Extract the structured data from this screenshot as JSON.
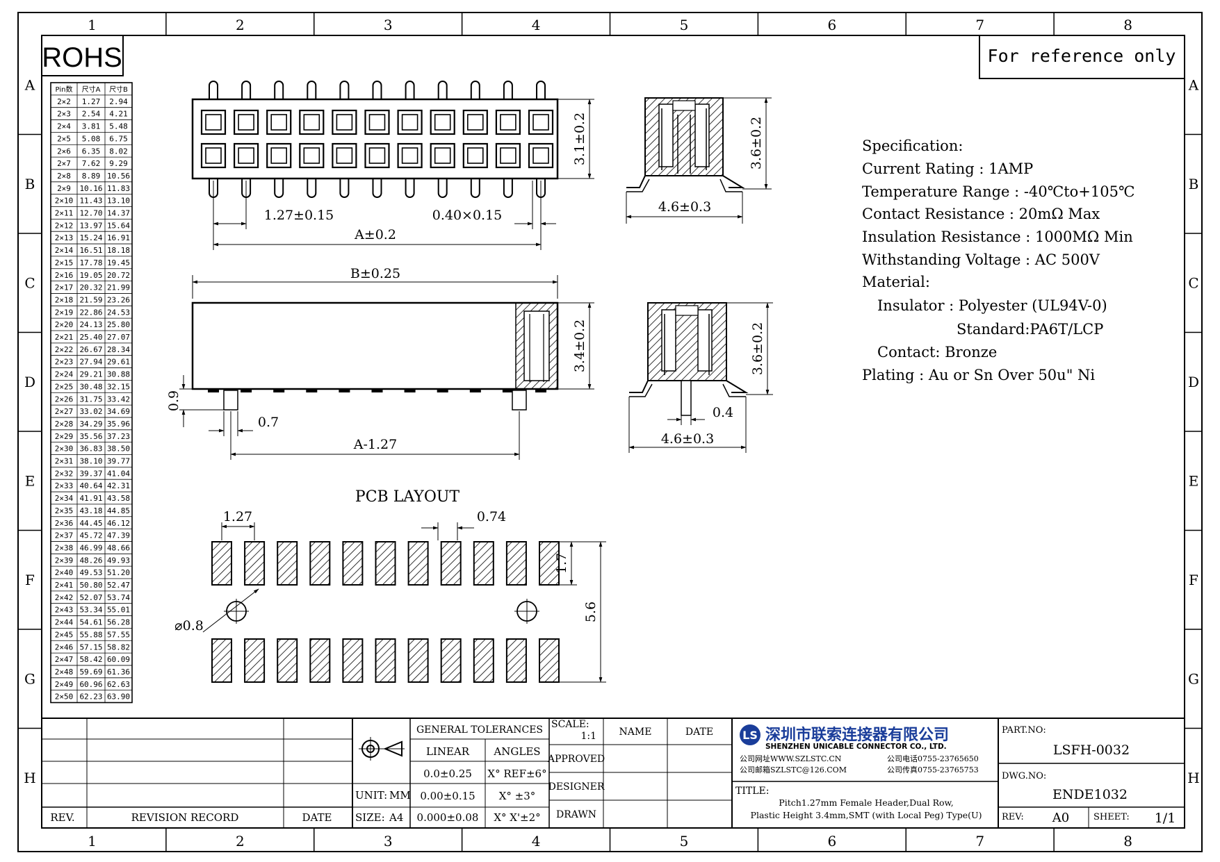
{
  "frame": {
    "columns": [
      "1",
      "2",
      "3",
      "4",
      "5",
      "6",
      "7",
      "8"
    ],
    "rows": [
      "A",
      "B",
      "C",
      "D",
      "E",
      "F",
      "G",
      "H"
    ]
  },
  "rohs_label": "ROHS",
  "reference_note": "For reference only",
  "pin_table": {
    "headers": [
      "Pin数",
      "尺寸A",
      "尺寸B"
    ],
    "rows": [
      [
        "2×2",
        "1.27",
        "2.94"
      ],
      [
        "2×3",
        "2.54",
        "4.21"
      ],
      [
        "2×4",
        "3.81",
        "5.48"
      ],
      [
        "2×5",
        "5.08",
        "6.75"
      ],
      [
        "2×6",
        "6.35",
        "8.02"
      ],
      [
        "2×7",
        "7.62",
        "9.29"
      ],
      [
        "2×8",
        "8.89",
        "10.56"
      ],
      [
        "2×9",
        "10.16",
        "11.83"
      ],
      [
        "2×10",
        "11.43",
        "13.10"
      ],
      [
        "2×11",
        "12.70",
        "14.37"
      ],
      [
        "2×12",
        "13.97",
        "15.64"
      ],
      [
        "2×13",
        "15.24",
        "16.91"
      ],
      [
        "2×14",
        "16.51",
        "18.18"
      ],
      [
        "2×15",
        "17.78",
        "19.45"
      ],
      [
        "2×16",
        "19.05",
        "20.72"
      ],
      [
        "2×17",
        "20.32",
        "21.99"
      ],
      [
        "2×18",
        "21.59",
        "23.26"
      ],
      [
        "2×19",
        "22.86",
        "24.53"
      ],
      [
        "2×20",
        "24.13",
        "25.80"
      ],
      [
        "2×21",
        "25.40",
        "27.07"
      ],
      [
        "2×22",
        "26.67",
        "28.34"
      ],
      [
        "2×23",
        "27.94",
        "29.61"
      ],
      [
        "2×24",
        "29.21",
        "30.88"
      ],
      [
        "2×25",
        "30.48",
        "32.15"
      ],
      [
        "2×26",
        "31.75",
        "33.42"
      ],
      [
        "2×27",
        "33.02",
        "34.69"
      ],
      [
        "2×28",
        "34.29",
        "35.96"
      ],
      [
        "2×29",
        "35.56",
        "37.23"
      ],
      [
        "2×30",
        "36.83",
        "38.50"
      ],
      [
        "2×31",
        "38.10",
        "39.77"
      ],
      [
        "2×32",
        "39.37",
        "41.04"
      ],
      [
        "2×33",
        "40.64",
        "42.31"
      ],
      [
        "2×34",
        "41.91",
        "43.58"
      ],
      [
        "2×35",
        "43.18",
        "44.85"
      ],
      [
        "2×36",
        "44.45",
        "46.12"
      ],
      [
        "2×37",
        "45.72",
        "47.39"
      ],
      [
        "2×38",
        "46.99",
        "48.66"
      ],
      [
        "2×39",
        "48.26",
        "49.93"
      ],
      [
        "2×40",
        "49.53",
        "51.20"
      ],
      [
        "2×41",
        "50.80",
        "52.47"
      ],
      [
        "2×42",
        "52.07",
        "53.74"
      ],
      [
        "2×43",
        "53.34",
        "55.01"
      ],
      [
        "2×44",
        "54.61",
        "56.28"
      ],
      [
        "2×45",
        "55.88",
        "57.55"
      ],
      [
        "2×46",
        "57.15",
        "58.82"
      ],
      [
        "2×47",
        "58.42",
        "60.09"
      ],
      [
        "2×48",
        "59.69",
        "61.36"
      ],
      [
        "2×49",
        "60.96",
        "62.63"
      ],
      [
        "2×50",
        "62.23",
        "63.90"
      ]
    ]
  },
  "dimensions": {
    "top_height": "3.1±0.2",
    "pitch": "1.27±0.15",
    "pin_size": "0.40×0.15",
    "a_len": "A±0.2",
    "side_top_height": "3.6±0.2",
    "side_top_width": "4.6±0.3",
    "b_len": "B±0.25",
    "front_height": "3.4±0.2",
    "peg_len": "0.9",
    "peg_offset": "0.7",
    "a_minus": "A-1.27",
    "side_bottom_height": "3.6±0.2",
    "peg_dia": "0.4",
    "side_bottom_width": "4.6±0.3"
  },
  "pcb": {
    "title": "PCB LAYOUT",
    "pitch": "1.27",
    "pad_width": "0.74",
    "pad_len": "1.7",
    "row_span": "5.6",
    "hole_dia": "⌀0.8"
  },
  "spec": {
    "title": "Specification:",
    "lines": [
      "Current Rating : 1AMP",
      "Temperature Range : -40℃to+105℃",
      "Contact Resistance : 20mΩ Max",
      "Insulation Resistance : 1000MΩ Min",
      "Withstanding Voltage : AC 500V",
      "Material:",
      "Insulator : Polyester (UL94V-0)",
      "Standard:PA6T/LCP",
      "Contact: Bronze",
      "Plating : Au or Sn Over 50u\" Ni"
    ]
  },
  "title_block": {
    "rev_label": "REV.",
    "revision_record": "REVISION RECORD",
    "date_label": "DATE",
    "unit_label": "UNIT:",
    "unit": "MM",
    "size_label": "SIZE:",
    "size": "A4",
    "general_tolerances": "GENERAL TOLERANCES",
    "linear": "LINEAR",
    "angles": "ANGLES",
    "lin1": "0.0±0.25",
    "lin2": "0.00±0.15",
    "lin3": "0.000±0.08",
    "ang1": "X° REF±6°",
    "ang2": "X° ±3°",
    "ang3": "X° X'±2°",
    "scale_label": "SCALE:",
    "scale": "1:1",
    "name": "NAME",
    "date": "DATE",
    "approved": "APPROVED",
    "designer": "DESIGNER",
    "drawn": "DRAWN",
    "company_cn": "深圳市联索连接器有限公司",
    "company_en": "SHENZHEN UNICABLE CONNECTOR CO., LTD.",
    "web": "公司网址WWW.SZLSTC.CN",
    "phone": "公司电话0755-23765650",
    "email": "公司邮箱SZLSTC@126.COM",
    "fax": "公司传真0755-23765753",
    "logo_letters": "LS",
    "title_label": "TITLE:",
    "title_line1": "Pitch1.27mm Female Header,Dual Row,",
    "title_line2": "Plastic Height 3.4mm,SMT (with Local Peg) Type(U)",
    "part_no_label": "PART.NO:",
    "part_no": "LSFH-0032",
    "dwg_no_label": "DWG.NO:",
    "dwg_no": "ENDE1032",
    "rev2_label": "REV:",
    "rev": "A0",
    "sheet_label": "SHEET:",
    "sheet": "1/1"
  },
  "colors": {
    "company_blue": "#1a3d9a"
  }
}
